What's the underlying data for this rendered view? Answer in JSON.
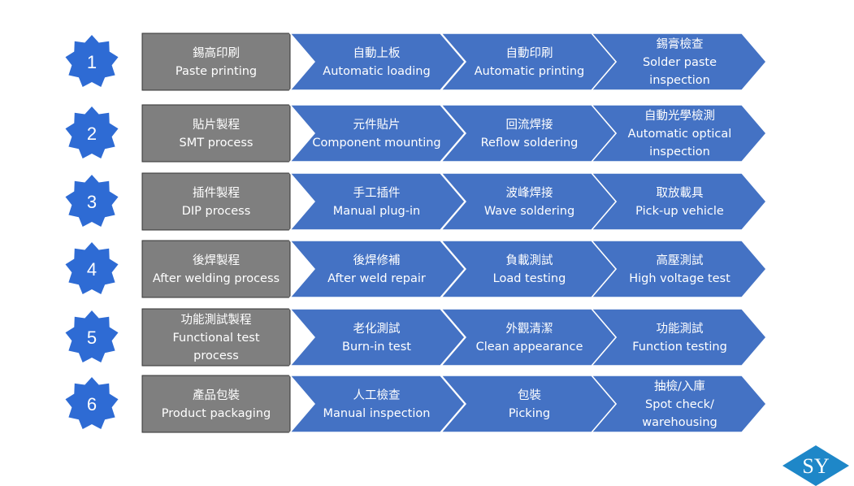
{
  "colors": {
    "first_step": "#7f7f7f",
    "step": "#4472c4",
    "badge": "#2e6bd4",
    "logo": "#1e87c8",
    "border": "#ffffff"
  },
  "rows": [
    {
      "number": "1",
      "steps": [
        {
          "zh": "錫高印刷",
          "en": [
            "Paste printing"
          ]
        },
        {
          "zh": "自動上板",
          "en": [
            "Automatic loading"
          ]
        },
        {
          "zh": "自動印刷",
          "en": [
            "Automatic printing"
          ]
        },
        {
          "zh": "錫膏檢查",
          "en": [
            "Solder  paste",
            "inspection"
          ]
        }
      ]
    },
    {
      "number": "2",
      "steps": [
        {
          "zh": "貼片製程",
          "en": [
            "SMT process"
          ]
        },
        {
          "zh": "元件貼片",
          "en": [
            "Component mounting"
          ]
        },
        {
          "zh": "回流焊接",
          "en": [
            "Reflow soldering"
          ]
        },
        {
          "zh": "自動光學檢測",
          "en": [
            "Automatic optical",
            "inspection"
          ]
        }
      ]
    },
    {
      "number": "3",
      "steps": [
        {
          "zh": "插件製程",
          "en": [
            "DIP process"
          ]
        },
        {
          "zh": "手工插件",
          "en": [
            "Manual plug-in"
          ]
        },
        {
          "zh": "波峰焊接",
          "en": [
            "Wave soldering"
          ]
        },
        {
          "zh": "取放載具",
          "en": [
            "Pick-up vehicle"
          ]
        }
      ]
    },
    {
      "number": "4",
      "steps": [
        {
          "zh": "後焊製程",
          "en": [
            "After welding process"
          ]
        },
        {
          "zh": "後焊修補",
          "en": [
            "After weld repair"
          ]
        },
        {
          "zh": "負載測試",
          "en": [
            "Load testing"
          ]
        },
        {
          "zh": "高壓測試",
          "en": [
            "High voltage test"
          ]
        }
      ]
    },
    {
      "number": "5",
      "steps": [
        {
          "zh": "功能測試製程",
          "en": [
            "Functional test",
            "process"
          ]
        },
        {
          "zh": "老化測試",
          "en": [
            "Burn-in test"
          ]
        },
        {
          "zh": "外觀清潔",
          "en": [
            "Clean appearance"
          ]
        },
        {
          "zh": "功能測試",
          "en": [
            "Function testing"
          ]
        }
      ]
    },
    {
      "number": "6",
      "steps": [
        {
          "zh": "產品包裝",
          "en": [
            "Product packaging"
          ]
        },
        {
          "zh": "人工檢查",
          "en": [
            "Manual inspection"
          ]
        },
        {
          "zh": "包裝",
          "en": [
            "Picking"
          ]
        },
        {
          "zh": "抽檢/入庫",
          "en": [
            "Spot check/",
            "warehousing"
          ]
        }
      ]
    }
  ],
  "logo": {
    "text": "SY"
  }
}
